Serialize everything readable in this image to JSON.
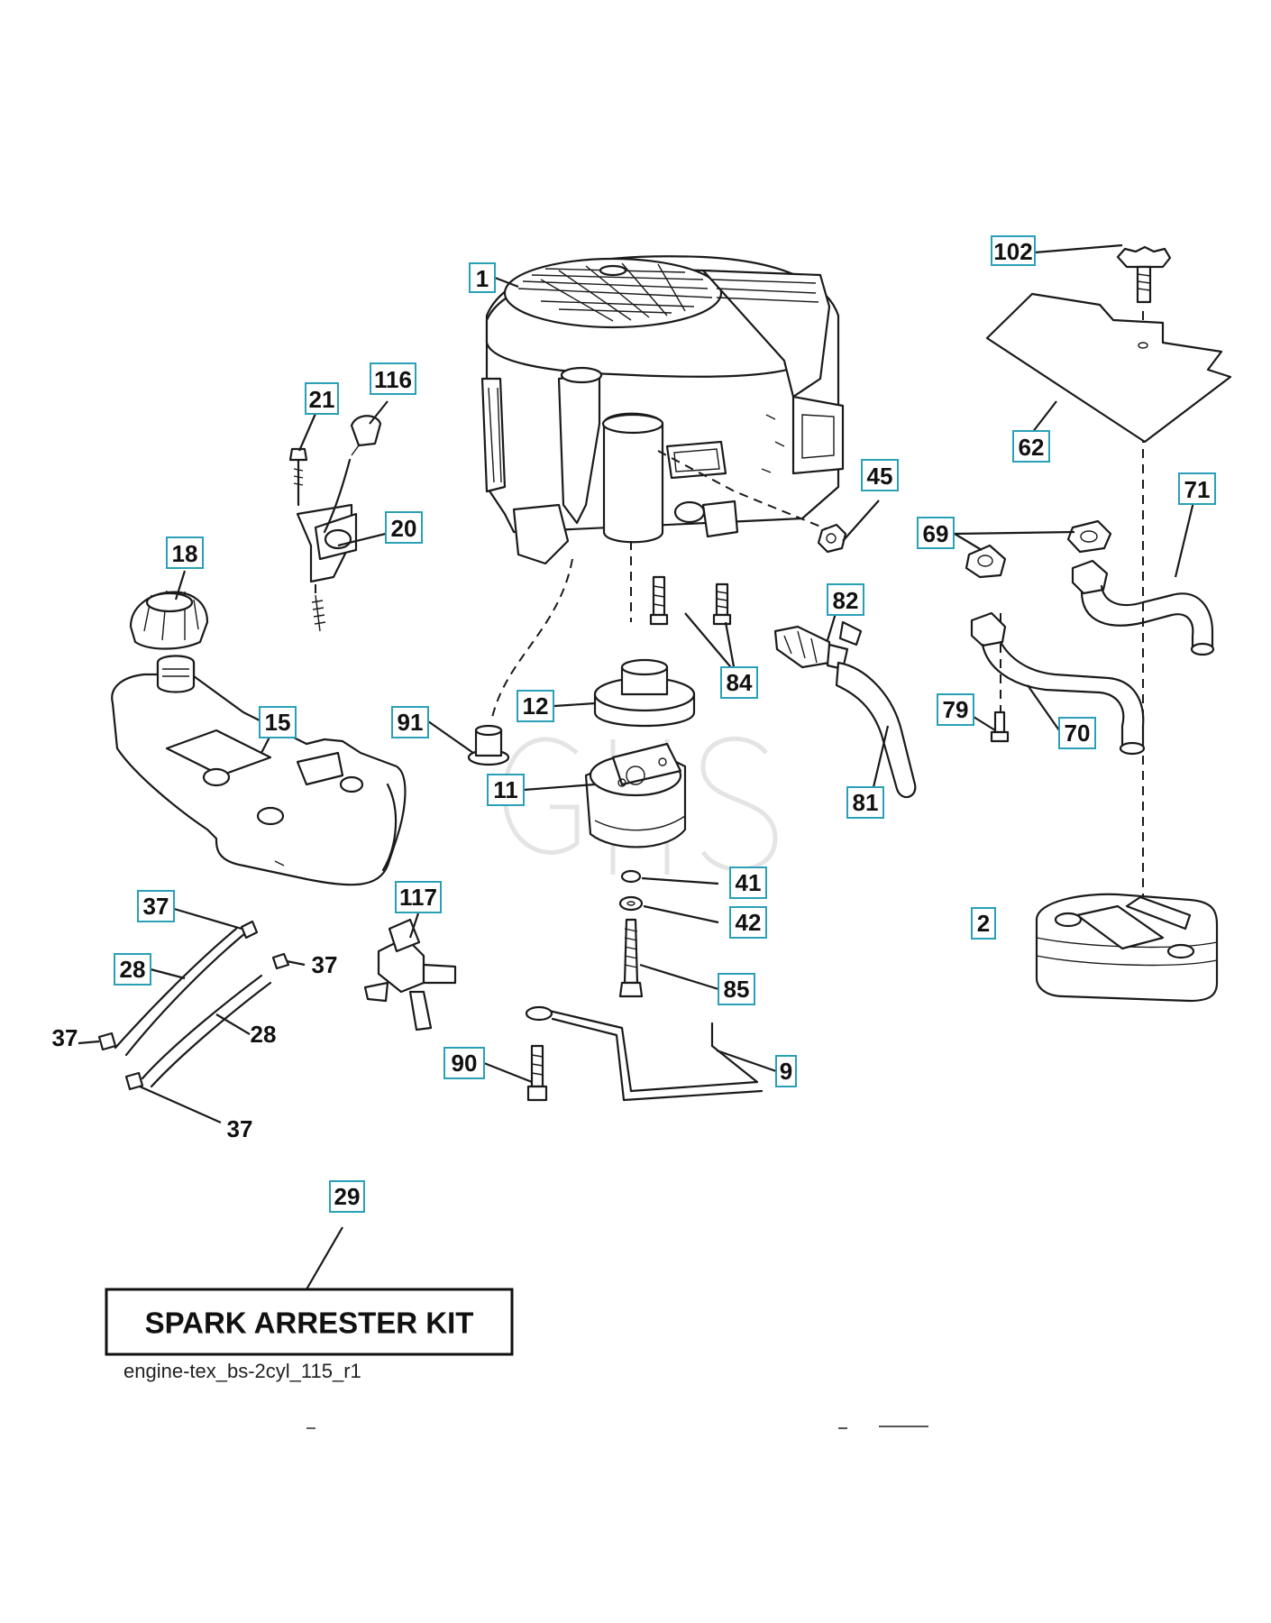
{
  "kit_label": "SPARK ARRESTER KIT",
  "caption": "engine-tex_bs-2cyl_115_r1",
  "callouts": {
    "c1": "1",
    "c2": "2",
    "c9": "9",
    "c11": "11",
    "c12": "12",
    "c15": "15",
    "c18": "18",
    "c20": "20",
    "c21": "21",
    "c28a": "28",
    "c29": "29",
    "c37a": "37",
    "c41": "41",
    "c42": "42",
    "c45": "45",
    "c62": "62",
    "c69": "69",
    "c70": "70",
    "c71": "71",
    "c79": "79",
    "c81": "81",
    "c82": "82",
    "c84": "84",
    "c85": "85",
    "c90": "90",
    "c91": "91",
    "c102": "102",
    "c116": "116",
    "c117": "117"
  },
  "free_labels": {
    "f28b": "28",
    "f37b": "37",
    "f37c": "37",
    "f37d": "37"
  },
  "colors": {
    "callout_border": "#2aa0b8",
    "ink": "#1a1a1a"
  }
}
